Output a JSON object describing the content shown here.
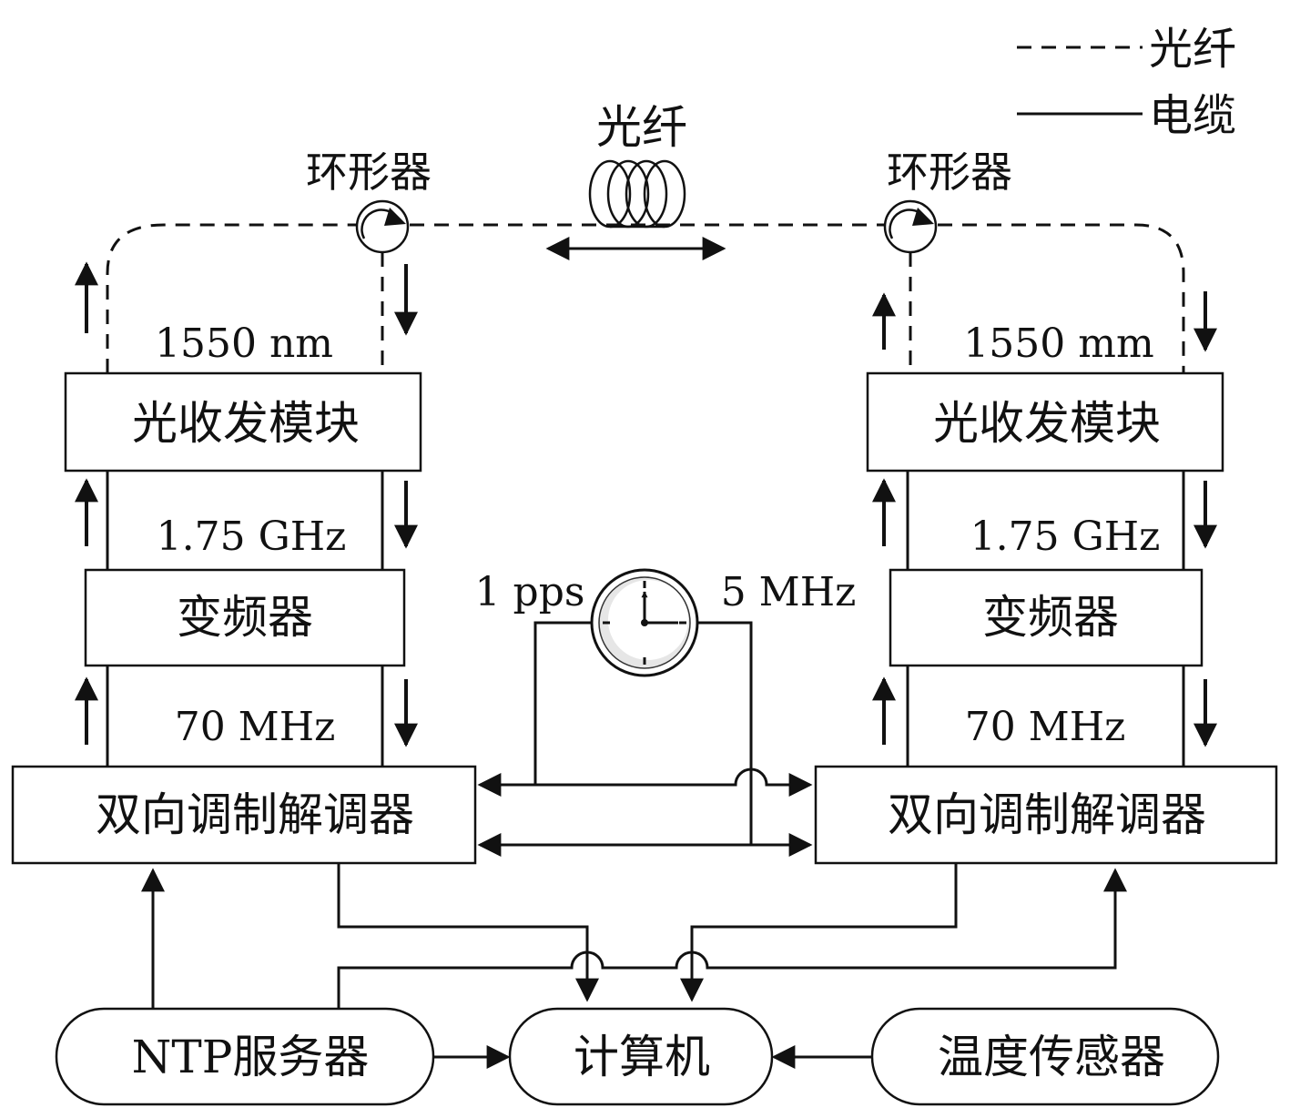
{
  "legend": {
    "fiber": "光纤",
    "cable": "电缆"
  },
  "fiber_label": "光纤",
  "left": {
    "circulator": "环形器",
    "wavelength": "1550 nm",
    "transceiver": "光收发模块",
    "rf_freq": "1.75 GHz",
    "converter": "变频器",
    "if_freq": "70 MHz",
    "modem": "双向调制解调器"
  },
  "right": {
    "circulator": "环形器",
    "wavelength": "1550 mm",
    "transceiver": "光收发模块",
    "rf_freq": "1.75 GHz",
    "converter": "变频器",
    "if_freq": "70 MHz",
    "modem": "双向调制解调器"
  },
  "clock": {
    "pps": "1 pps",
    "freq": "5 MHz"
  },
  "bottom": {
    "ntp": "NTP服务器",
    "computer": "计算机",
    "sensor": "温度传感器"
  }
}
